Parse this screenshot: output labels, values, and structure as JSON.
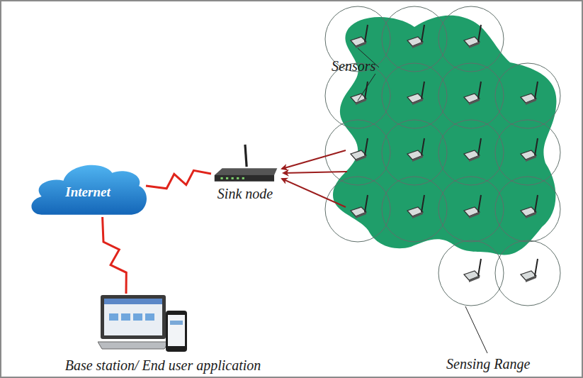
{
  "diagram": {
    "nodes": [
      {
        "text": [
          "Internet"
        ]
      },
      {
        "text": [
          "Sink node"
        ]
      },
      {
        "text": [
          "Base station/ End user application"
        ]
      }
    ],
    "edges": [
      {
        "from": 0,
        "to": 1,
        "arrow": "none"
      },
      {
        "from": 0,
        "to": 2,
        "arrow": "none"
      }
    ],
    "labels": [
      "Sensors",
      "Sensing Range"
    ]
  }
}
